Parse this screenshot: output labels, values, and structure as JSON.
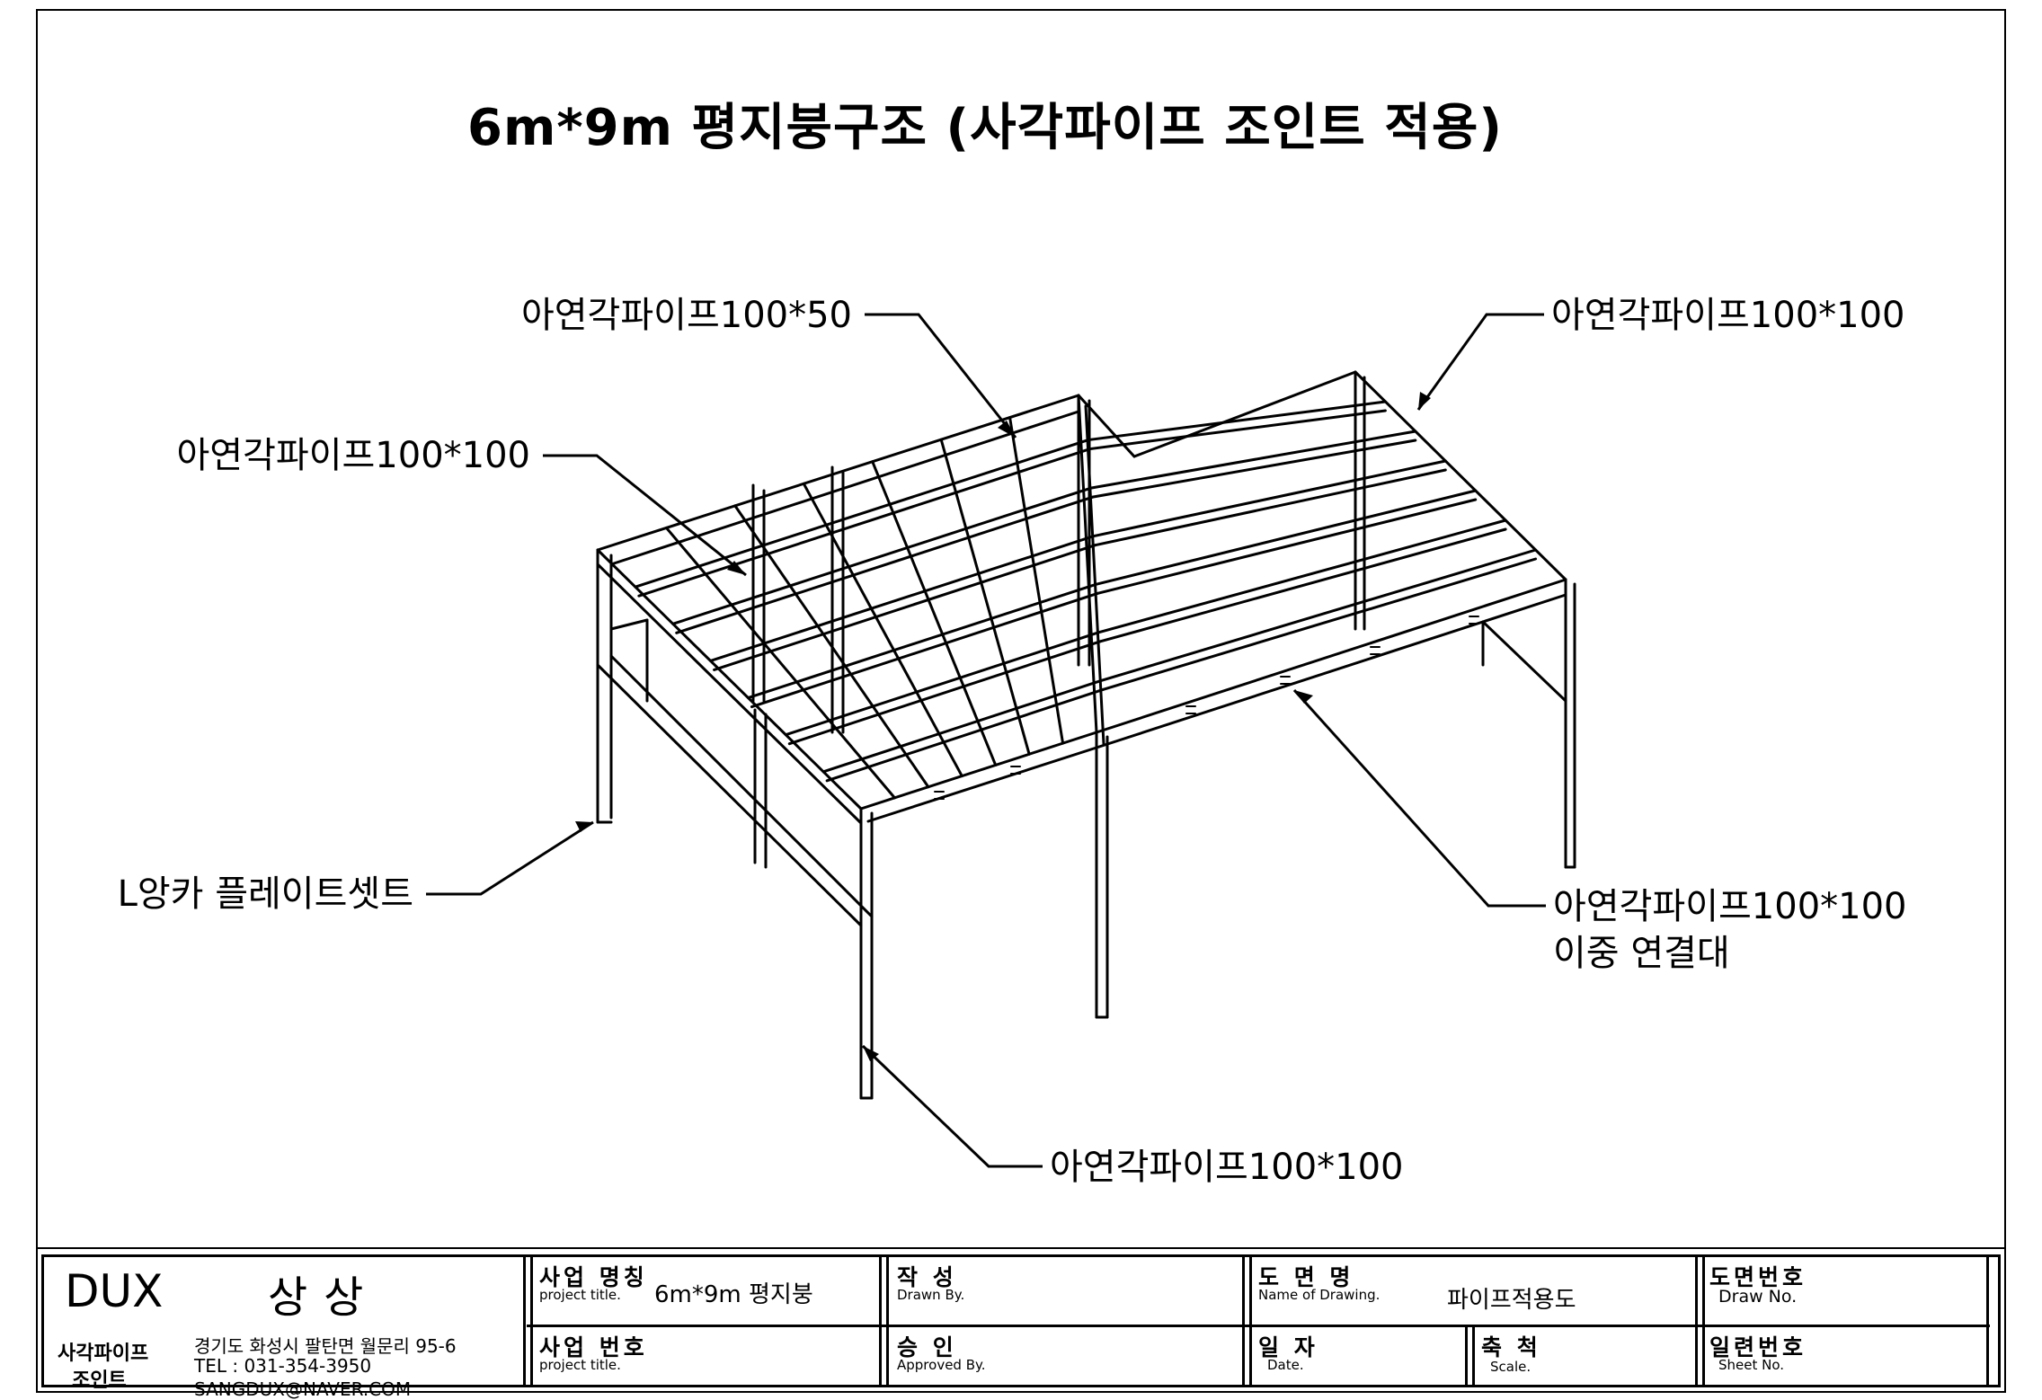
{
  "drawing": {
    "title": "6m*9m 평지붕구조 (사각파이프 조인트 적용)",
    "callouts": {
      "purlin_100x50": "아연각파이프100*50",
      "top_right_beam": "아연각파이프100*100",
      "left_beam": "아연각파이프100*100",
      "anchor_plate": "L앙카 플레이트셋트",
      "double_joint_line1": "아연각파이프100*100",
      "double_joint_line2": "이중 연결대",
      "column": "아연각파이프100*100"
    }
  },
  "title_block": {
    "company": "DUX",
    "company_ko": "상상",
    "brand_line1": "사각파이프",
    "brand_line2": "조인트",
    "address": "경기도 화성시 팔탄면 월문리 95-6",
    "tel": "TEL : 031-354-3950",
    "email": "SANGDUX@NAVER.COM",
    "project_name_label_ko": "사업 명칭",
    "project_name_label_en": "project title.",
    "project_name_value": "6m*9m 평지붕",
    "project_no_label_ko": "사업 번호",
    "project_no_label_en": "project title.",
    "drawn_label_ko": "작 성",
    "drawn_label_en": "Drawn By.",
    "approved_label_ko": "승 인",
    "approved_label_en": "Approved By.",
    "drawing_name_label_ko": "도 면 명",
    "drawing_name_label_en": "Name of Drawing.",
    "drawing_name_value": "파이프적용도",
    "date_label_ko": "일 자",
    "date_label_en": "Date.",
    "scale_label_ko": "축 척",
    "scale_label_en": "Scale.",
    "draw_no_label_ko": "도면번호",
    "draw_no_label_en": "Draw No.",
    "sheet_no_label_ko": "일련번호",
    "sheet_no_label_en": "Sheet No."
  }
}
